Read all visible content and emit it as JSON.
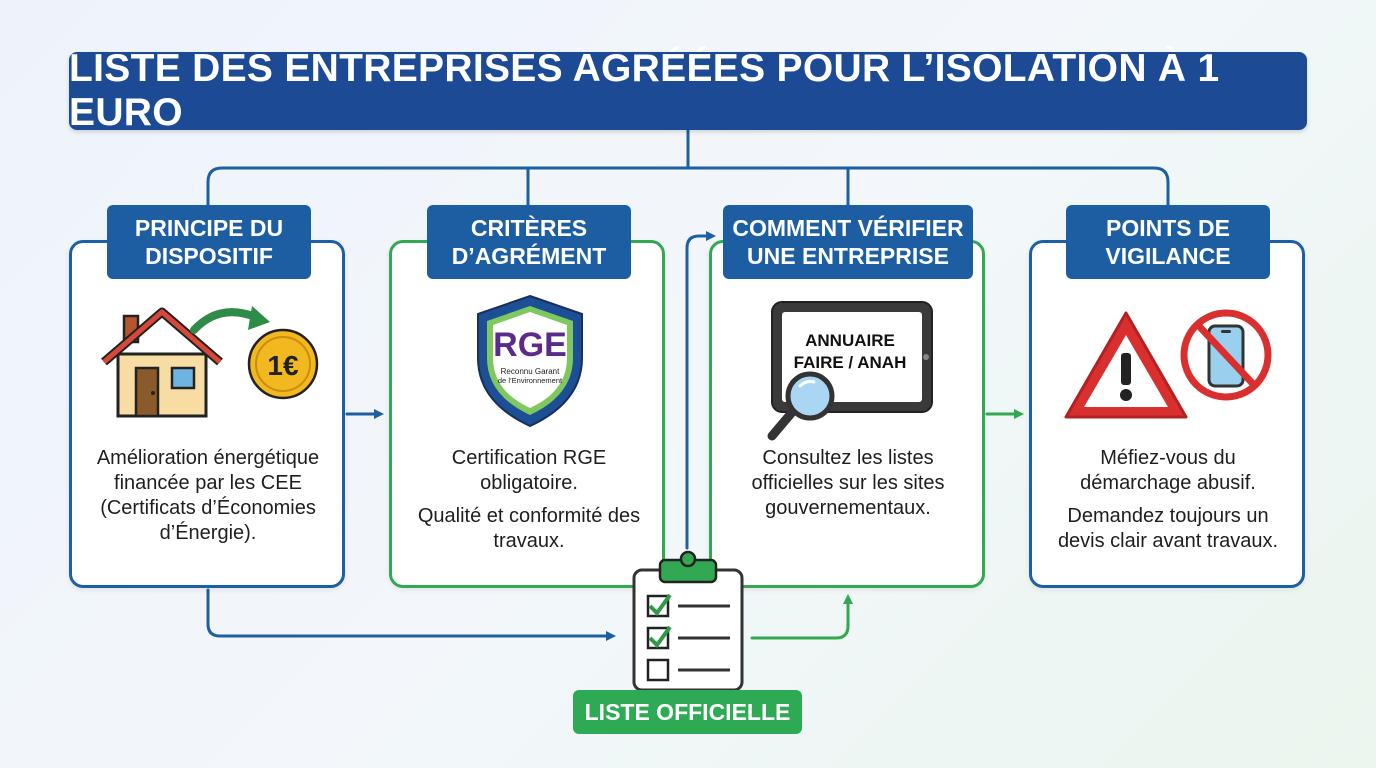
{
  "title": "LISTE DES ENTREPRISES AGRÉÉES POUR L’ISOLATION À 1 EURO",
  "sections": [
    {
      "heading": "PRINCIPE DU\nDISPOSITIF",
      "coin_label": "1€",
      "description": [
        "Amélioration énergétique financée par les CEE (Certificats d’Économies d’Énergie)."
      ]
    },
    {
      "heading": "CRITÈRES\nD’AGRÉMENT",
      "badge_title": "RGE",
      "badge_sub1": "Reconnu Garant",
      "badge_sub2": "de l’Environnement",
      "description": [
        "Certification RGE obligatoire.",
        "Qualité et conformité des travaux."
      ]
    },
    {
      "heading": "COMMENT VÉRIFIER\nUNE ENTREPRISE",
      "screen_line1": "ANNUAIRE",
      "screen_line2": "FAIRE / ANAH",
      "description": [
        "Consultez les listes officielles sur les sites gouvernementaux."
      ]
    },
    {
      "heading": "POINTS DE\nVIGILANCE",
      "description": [
        "Méfiez-vous du démarchage abusif.",
        "Demandez toujours un devis clair avant travaux."
      ]
    }
  ],
  "bottom_label": "LISTE OFFICIELLE",
  "colors": {
    "navy": "#1c4a95",
    "blue": "#1d5ea3",
    "green": "#2eaa55",
    "red": "#d9302f",
    "gold": "#f2b81f"
  }
}
